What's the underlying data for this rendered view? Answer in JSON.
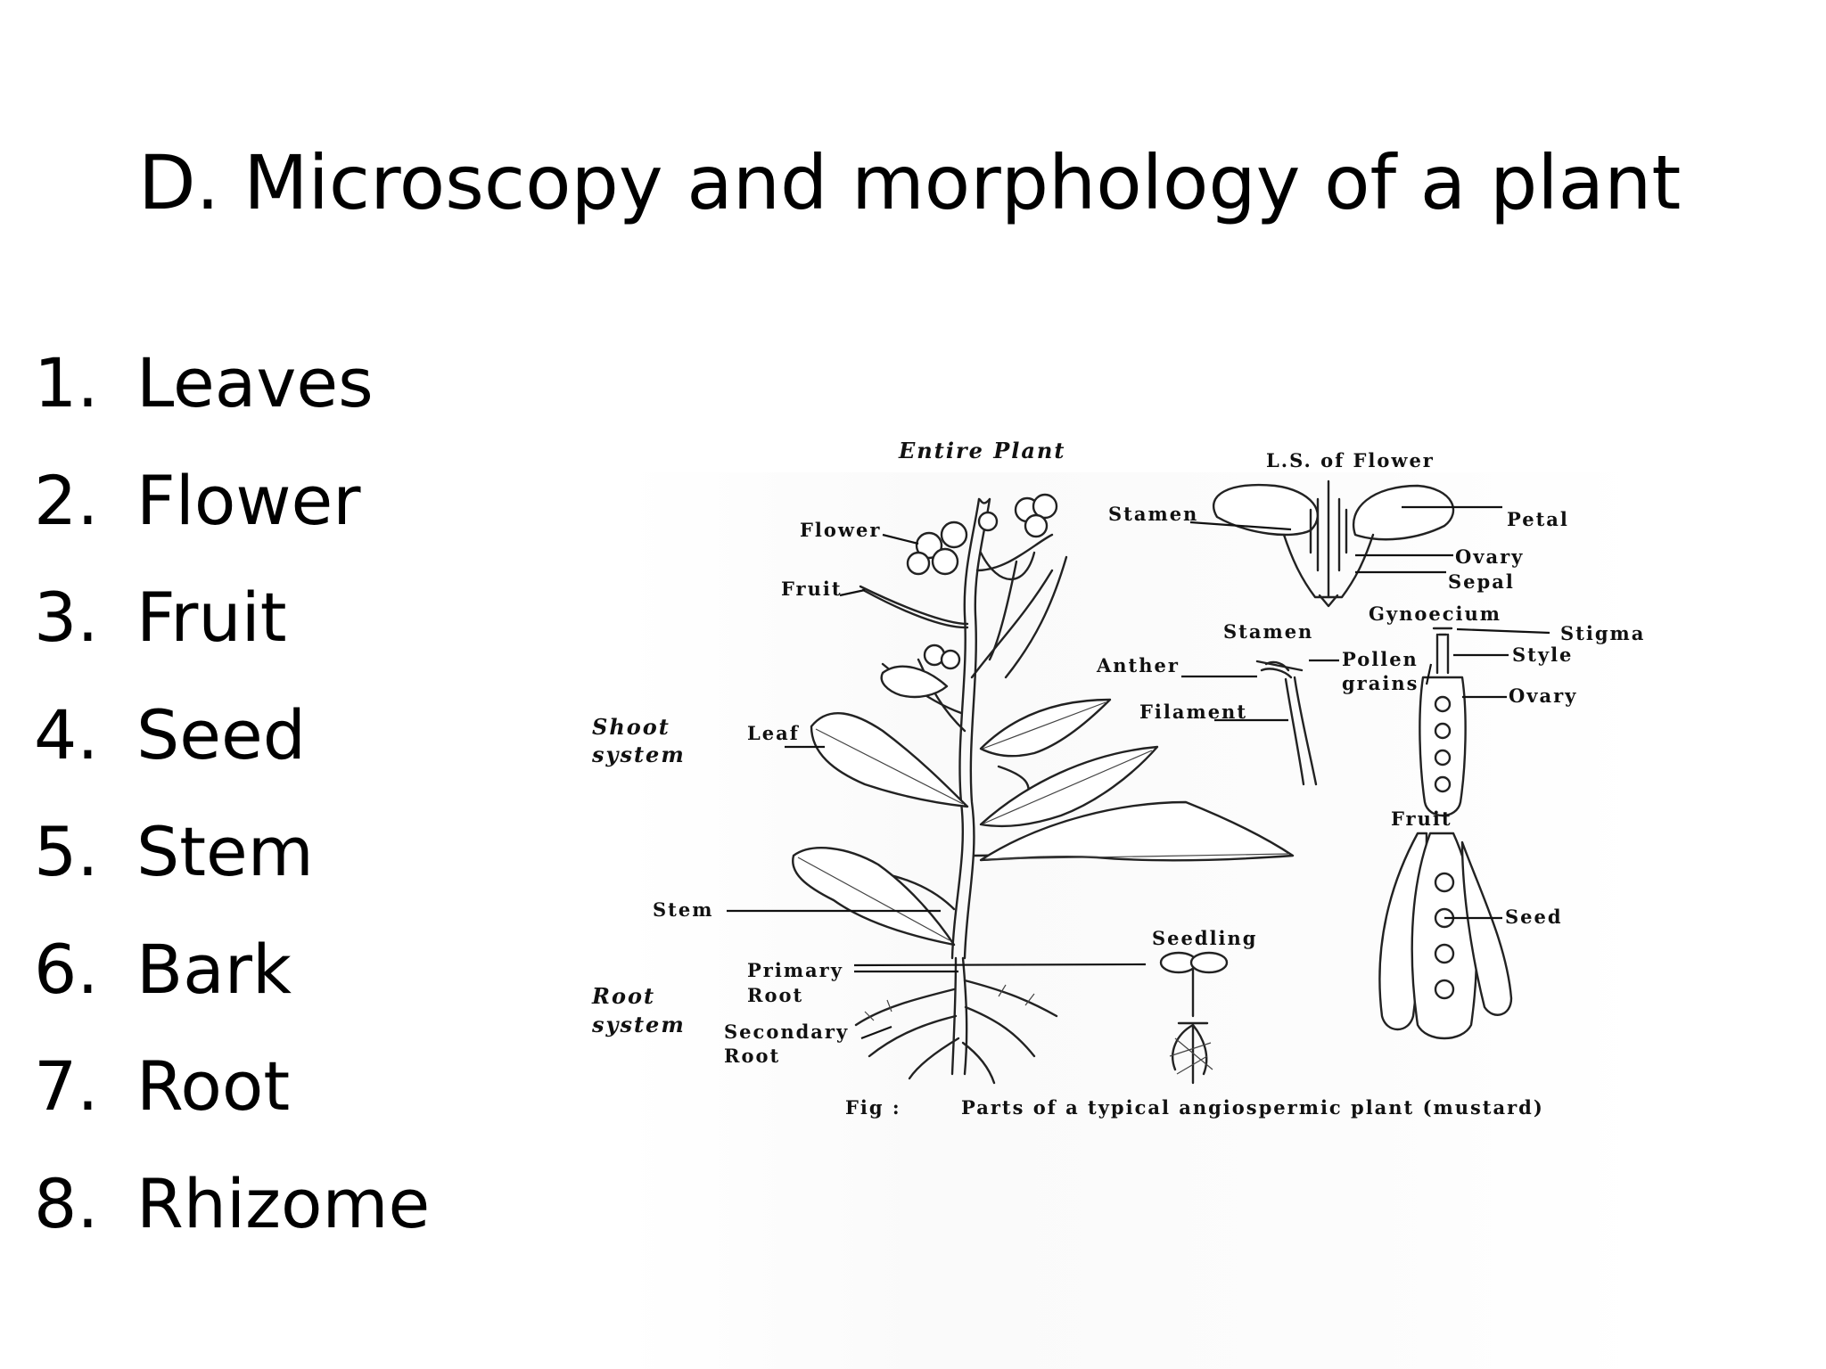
{
  "slide": {
    "title": "D. Microscopy and morphology of a plant",
    "items": [
      {
        "num": "1.",
        "label": "Leaves"
      },
      {
        "num": "2.",
        "label": "Flower"
      },
      {
        "num": "3.",
        "label": "Fruit"
      },
      {
        "num": "4.",
        "label": "Seed"
      },
      {
        "num": "5.",
        "label": "Stem"
      },
      {
        "num": "6.",
        "label": "Bark"
      },
      {
        "num": "7.",
        "label": "Root"
      },
      {
        "num": "8.",
        "label": "Rhizome"
      }
    ]
  },
  "diagram": {
    "entire_plant": "Entire Plant",
    "flower": "Flower",
    "fruit": "Fruit",
    "leaf": "Leaf",
    "shoot1": "Shoot",
    "shoot2": "system",
    "stem": "Stem",
    "primary1": "Primary",
    "primary2": "Root",
    "root1": "Root",
    "root2": "system",
    "secondary1": "Secondary",
    "secondary2": "Root",
    "ls_flower": "L.S. of Flower",
    "stamen_top": "Stamen",
    "petal": "Petal",
    "ovary_top": "Ovary",
    "sepal": "Sepal",
    "gynoecium": "Gynoecium",
    "stamen_mid": "Stamen",
    "anther": "Anther",
    "pollen1": "Pollen",
    "pollen2": "grains",
    "stigma": "Stigma",
    "style": "Style",
    "ovary_mid": "Ovary",
    "filament": "Filament",
    "fruit_right": "Fruit",
    "seed": "Seed",
    "seedling": "Seedling",
    "fig_label": "Fig :",
    "fig_caption": "Parts of a typical angiospermic plant (mustard)"
  }
}
